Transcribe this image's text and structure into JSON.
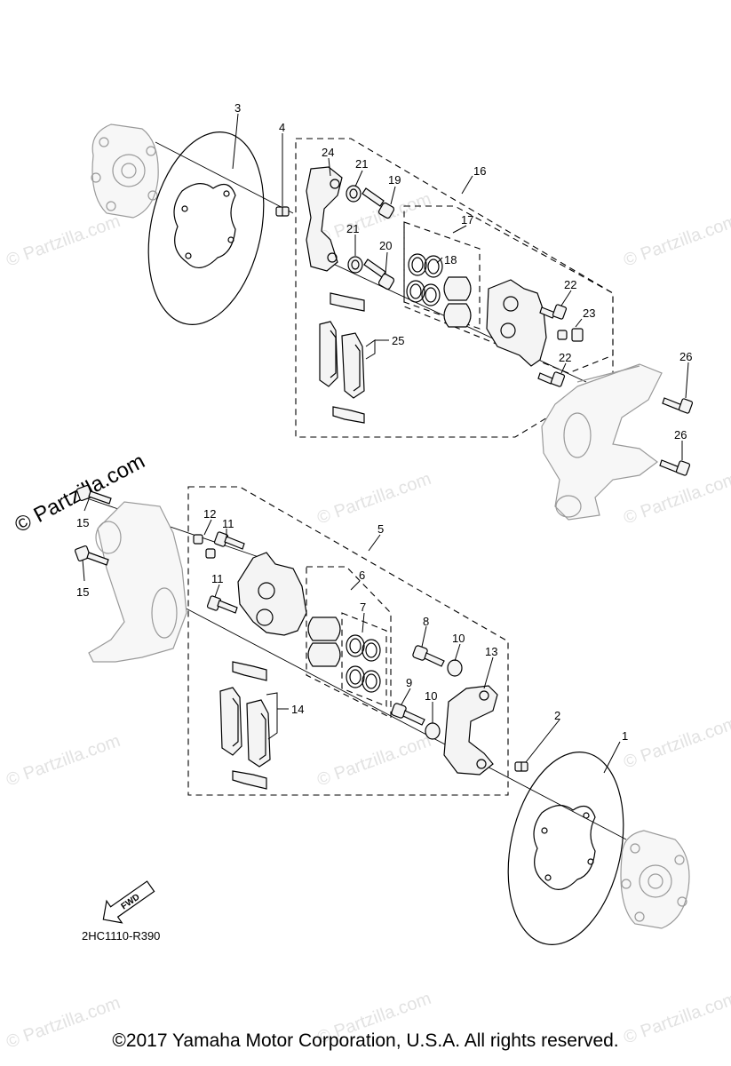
{
  "watermark": "© Partzilla.com",
  "watermark_main": "© Partzilla.com",
  "drawing_code": "2HC1110-R390",
  "fwd_label": "FWD",
  "copyright": "©2017  Yamaha Motor Corporation, U.S.A. All rights reserved.",
  "callouts": {
    "c1": "1",
    "c2": "2",
    "c3": "3",
    "c4": "4",
    "c5": "5",
    "c6": "6",
    "c7": "7",
    "c8": "8",
    "c9": "9",
    "c10a": "10",
    "c10b": "10",
    "c11a": "11",
    "c11b": "11",
    "c12": "12",
    "c13": "13",
    "c14": "14",
    "c15a": "15",
    "c15b": "15",
    "c16": "16",
    "c17": "17",
    "c18": "18",
    "c19": "19",
    "c20": "20",
    "c21a": "21",
    "c21b": "21",
    "c22a": "22",
    "c22b": "22",
    "c23": "23",
    "c24": "24",
    "c25": "25",
    "c26a": "26",
    "c26b": "26"
  }
}
